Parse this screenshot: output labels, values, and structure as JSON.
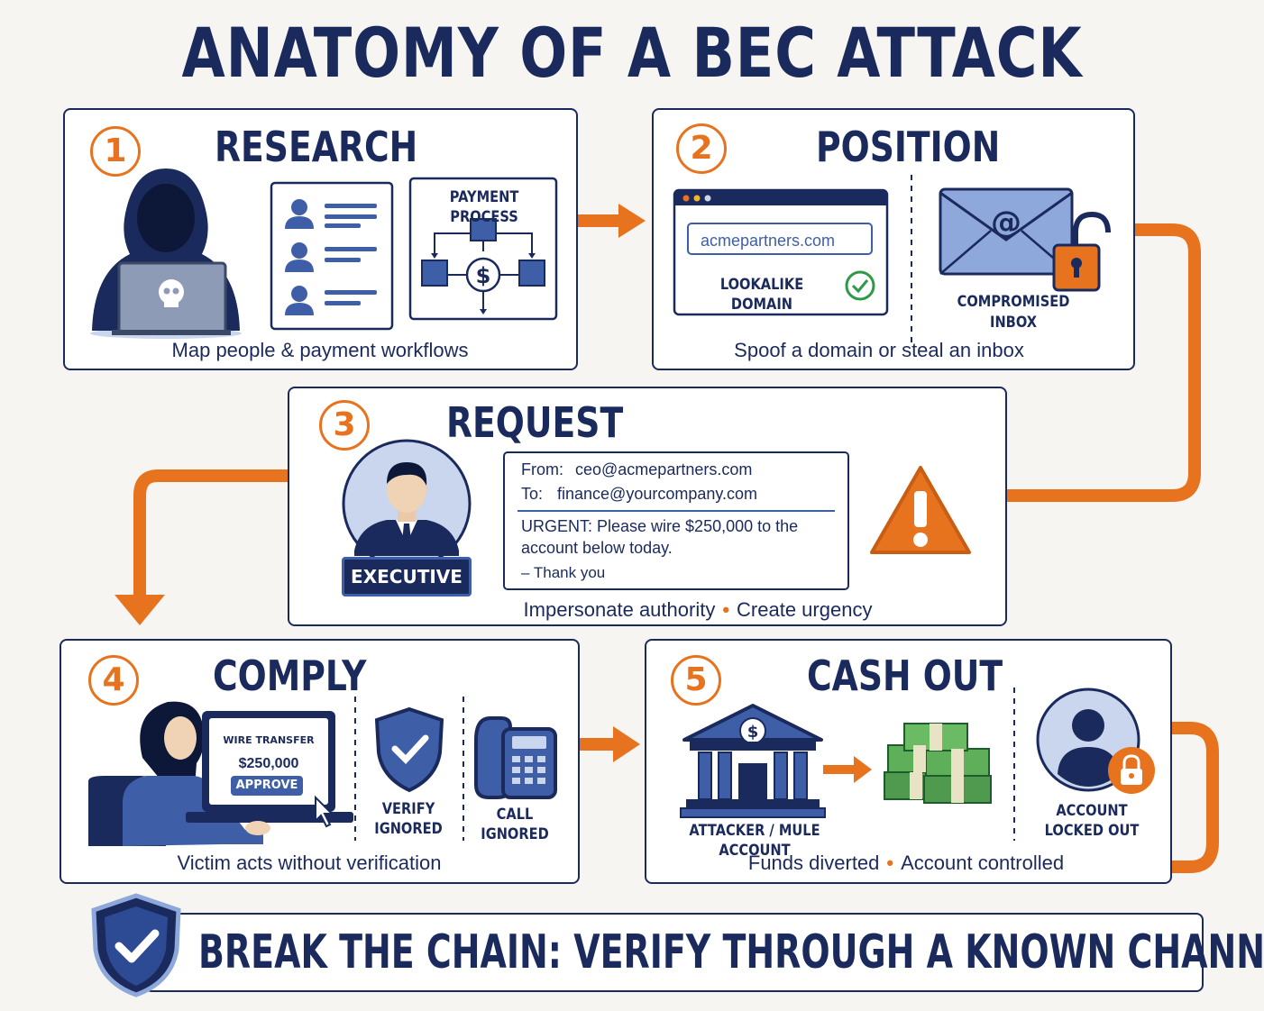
{
  "title": "ANATOMY OF A BEC ATTACK",
  "steps": [
    {
      "number": "1",
      "title": "RESEARCH",
      "caption": "Map people & payment workflows",
      "diagram_label": "PAYMENT PROCESS"
    },
    {
      "number": "2",
      "title": "POSITION",
      "caption": "Spoof a domain or steal an inbox",
      "domain": "acmepartners.com",
      "domain_label": "LOOKALIKE DOMAIN",
      "inbox_label_1": "COMPROMISED",
      "inbox_label_2": "INBOX"
    },
    {
      "number": "3",
      "title": "REQUEST",
      "caption_1": "Impersonate authority",
      "caption_2": "Create urgency",
      "badge": "EXECUTIVE",
      "email": {
        "from_label": "From:",
        "from": "ceo@acmepartners.com",
        "to_label": "To:",
        "to": "finance@yourcompany.com",
        "body_1": "URGENT: Please wire $250,000 to the",
        "body_2": "account below today.",
        "sign": "– Thank you"
      }
    },
    {
      "number": "4",
      "title": "COMPLY",
      "caption": "Victim acts without verification",
      "screen_title": "WIRE TRANSFER",
      "amount": "$250,000",
      "button": "APPROVE",
      "verify_1": "VERIFY",
      "verify_2": "IGNORED",
      "call_1": "CALL",
      "call_2": "IGNORED"
    },
    {
      "number": "5",
      "title": "CASH OUT",
      "caption_1": "Funds diverted",
      "caption_2": "Account controlled",
      "bank_label": "ATTACKER / MULE ACCOUNT",
      "account_1": "ACCOUNT",
      "account_2": "LOCKED OUT"
    }
  ],
  "footer": "BREAK THE CHAIN: VERIFY THROUGH A KNOWN CHANNEL",
  "colors": {
    "navy": "#1b2a5c",
    "orange": "#e8731e",
    "blue": "#3e5fa8",
    "light_blue": "#c9d6ee"
  }
}
